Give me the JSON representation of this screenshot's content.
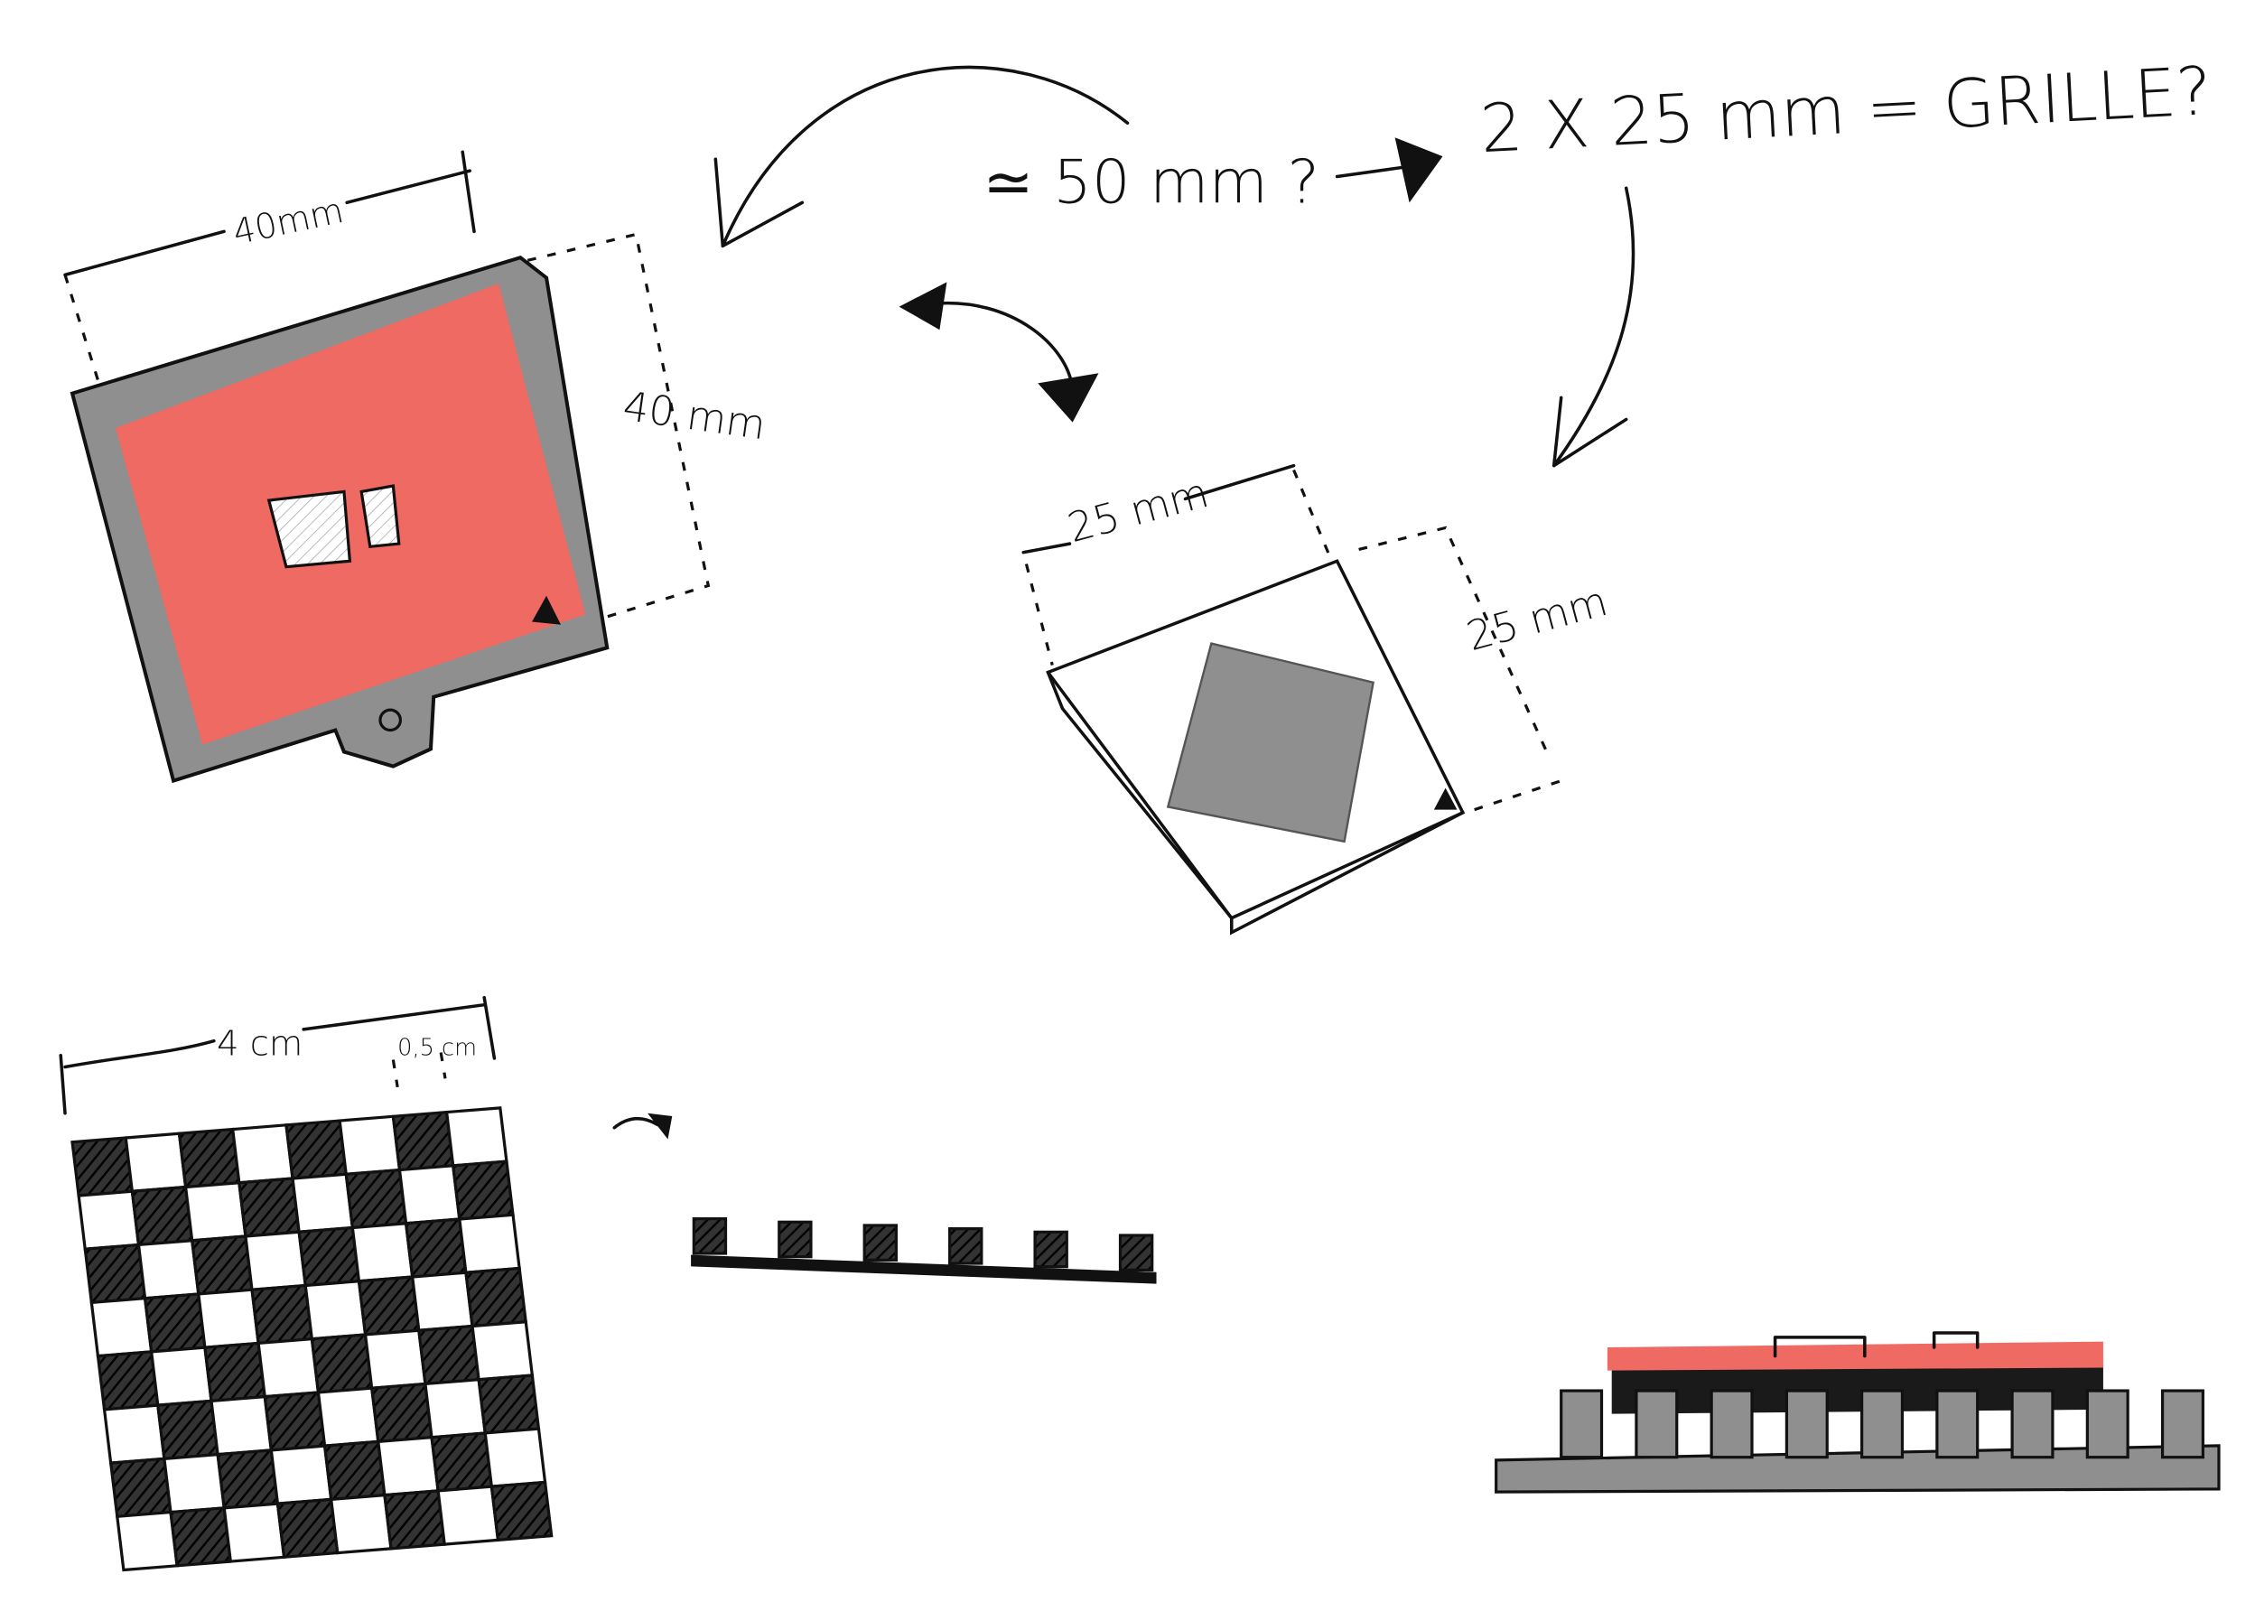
{
  "sketch": {
    "labels": {
      "big_tile_width": "40mm",
      "big_tile_height": "40 mm",
      "small_tile_width": "25 mm",
      "small_tile_height": "25 mm",
      "approx_question": "≃ 50 mm ?",
      "grid_question": "2 X 25 mm = GRILLE?",
      "grid_width": "4 cm",
      "grid_cell": "0,5 cm"
    },
    "colors": {
      "red": "#ee6a62",
      "gray": "#8f8f8f",
      "ink": "#111111",
      "paper": "#ffffff"
    }
  }
}
